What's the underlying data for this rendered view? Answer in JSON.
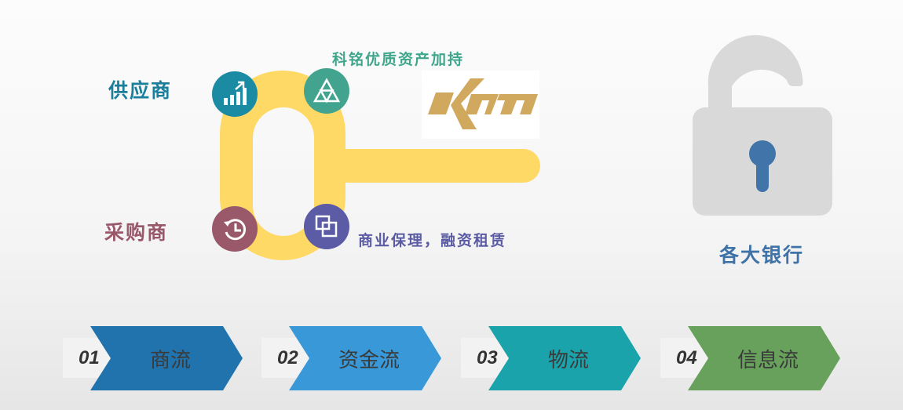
{
  "parties": {
    "supplier": {
      "label": "供应商",
      "color": "#1b7f9b"
    },
    "buyer": {
      "label": "采购商",
      "color": "#99576a"
    }
  },
  "key": {
    "color": "#ffd966",
    "top_caption": {
      "text": "科铭优质资产加持",
      "color": "#3fa68c"
    },
    "bottom_caption": {
      "text": "商业保理，融资租赁",
      "color": "#5b5ba3"
    },
    "icons": [
      {
        "name": "bar-chart-growth-icon",
        "color": "#1b8aa3"
      },
      {
        "name": "triangle-pyramid-icon",
        "color": "#42a48f"
      },
      {
        "name": "history-clock-icon",
        "color": "#99596b"
      },
      {
        "name": "overlapping-squares-icon",
        "color": "#5b5ba6"
      }
    ]
  },
  "logo": {
    "text": "KM",
    "color": "#d1a95e"
  },
  "bank": {
    "label": "各大银行",
    "label_color": "#3f73a8",
    "lock_color": "#d9d9d9",
    "keyhole_color": "#4174a8"
  },
  "flows": [
    {
      "num": "01",
      "label": "商流",
      "color": "#2173ad"
    },
    {
      "num": "02",
      "label": "资金流",
      "color": "#3898d8"
    },
    {
      "num": "03",
      "label": "物流",
      "color": "#1ba3ab"
    },
    {
      "num": "04",
      "label": "信息流",
      "color": "#68a15b"
    }
  ]
}
